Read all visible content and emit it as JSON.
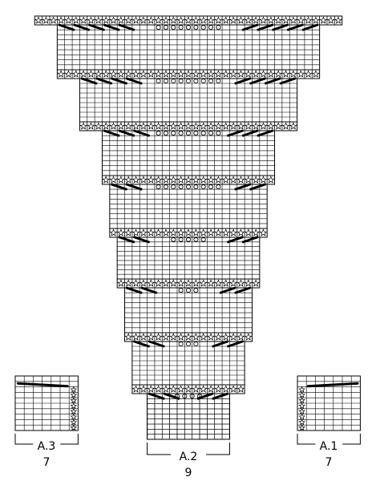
{
  "background": "#ffffff",
  "line_color": "#000000",
  "symbols": {
    "star": "star-icon",
    "dec_right": "thick-slash-right",
    "dec_left": "thick-slash-left",
    "yo": "oval-yarn-over"
  },
  "charts": {
    "a2": {
      "label": "A.2",
      "stitch_count": "9"
    },
    "a1": {
      "label": "A.1",
      "stitch_count": "7"
    },
    "a3": {
      "label": "A.3",
      "stitch_count": "7"
    }
  }
}
